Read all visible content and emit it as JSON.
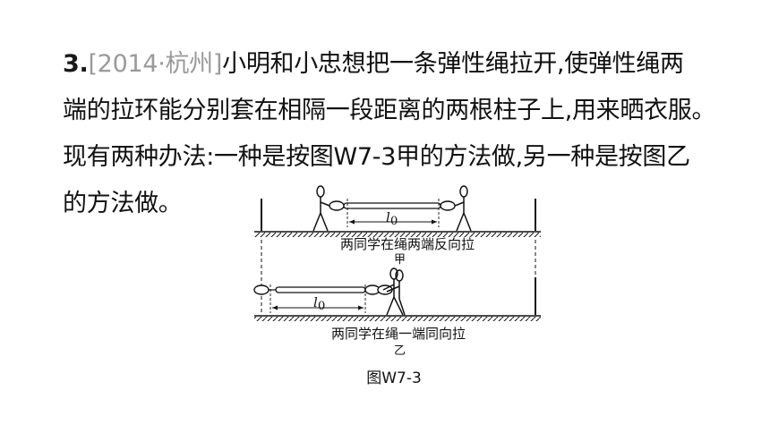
{
  "question": {
    "number": "3.",
    "source": "[2014·杭州]",
    "line1_rest": "小明和小忠想把一条弹性绳拉开,使弹性绳两",
    "line2": "端的拉环能分别套在相隔一段距离的两根柱子上,用来晒衣服。",
    "line3": "现有两种办法:一种是按图W7-3甲的方法做,另一种是按图乙",
    "line4": "的方法做。"
  },
  "figure": {
    "label_top": "两同学在绳两端反向拉",
    "label_jia": "甲",
    "label_bottom": "两同学在绳一端同向拉",
    "label_yi": "乙",
    "length_symbol_top": "l",
    "length_symbol_bottom": "l",
    "length_subscript": "0",
    "caption": "图W7-3"
  }
}
